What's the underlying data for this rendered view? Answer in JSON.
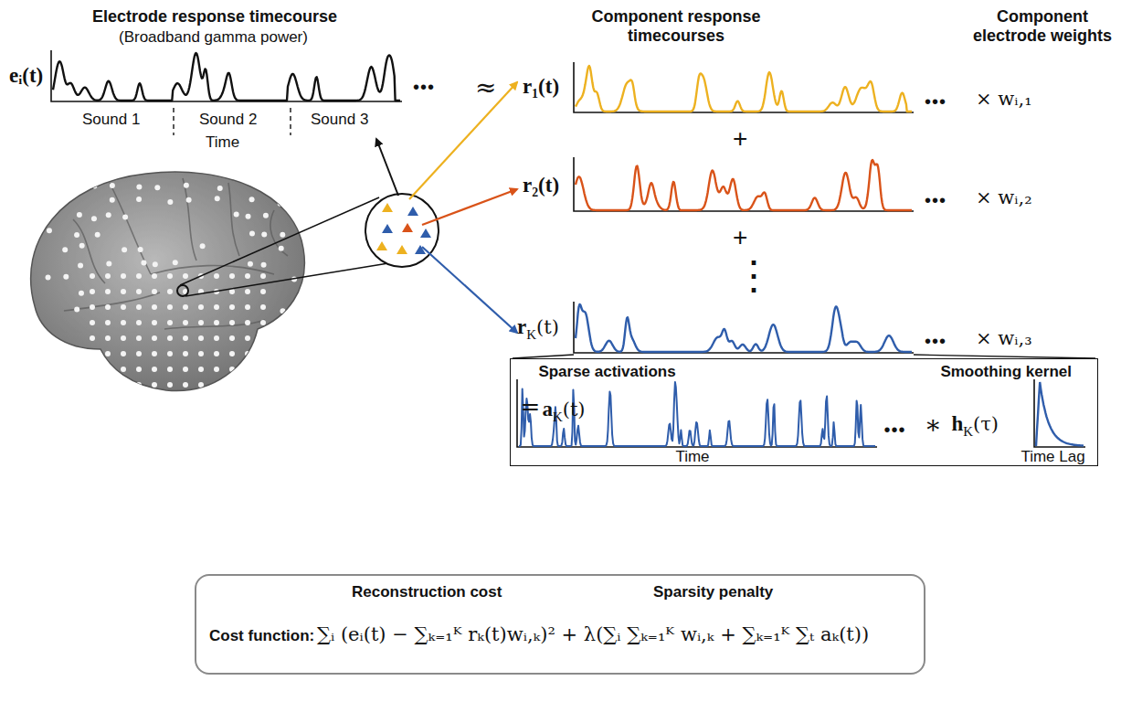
{
  "diagram": {
    "nodes": [
      {
        "text": [
          "Sparse activations",
          "Smoothing kernel",
          "=",
          "a",
          "K",
          "(t)",
          "•••",
          "∗",
          "h",
          "K",
          "(τ)",
          "Time",
          "Time Lag"
        ]
      },
      {
        "text": [
          "Reconstruction cost",
          "Sparsity penalty",
          "Cost function:",
          "∑ᵢ (eᵢ(t) − ∑ₖ₌₁ᴷ rₖ(t)wᵢ,ₖ)² + λ(∑ᵢ ∑ₖ₌₁ᴷ wᵢ,ₖ + ∑ₖ₌₁ᴷ ∑ₜ aₖ(t))"
        ]
      }
    ],
    "labels": [
      "Electrode response timecourse",
      "(Broadband gamma power)",
      "eᵢ(t)",
      "Sound 1",
      "Sound 2",
      "Sound 3",
      "Time",
      "•••",
      "≈",
      "Component response timecourses",
      "Component electrode weights",
      "r₁(t)",
      "•••",
      "× wᵢ,₁",
      "+",
      "r₂(t)",
      "•••",
      "× wᵢ,₂",
      "+",
      "⋮",
      "r",
      "K",
      "(t)",
      "•••",
      "× wᵢ,₃"
    ]
  }
}
